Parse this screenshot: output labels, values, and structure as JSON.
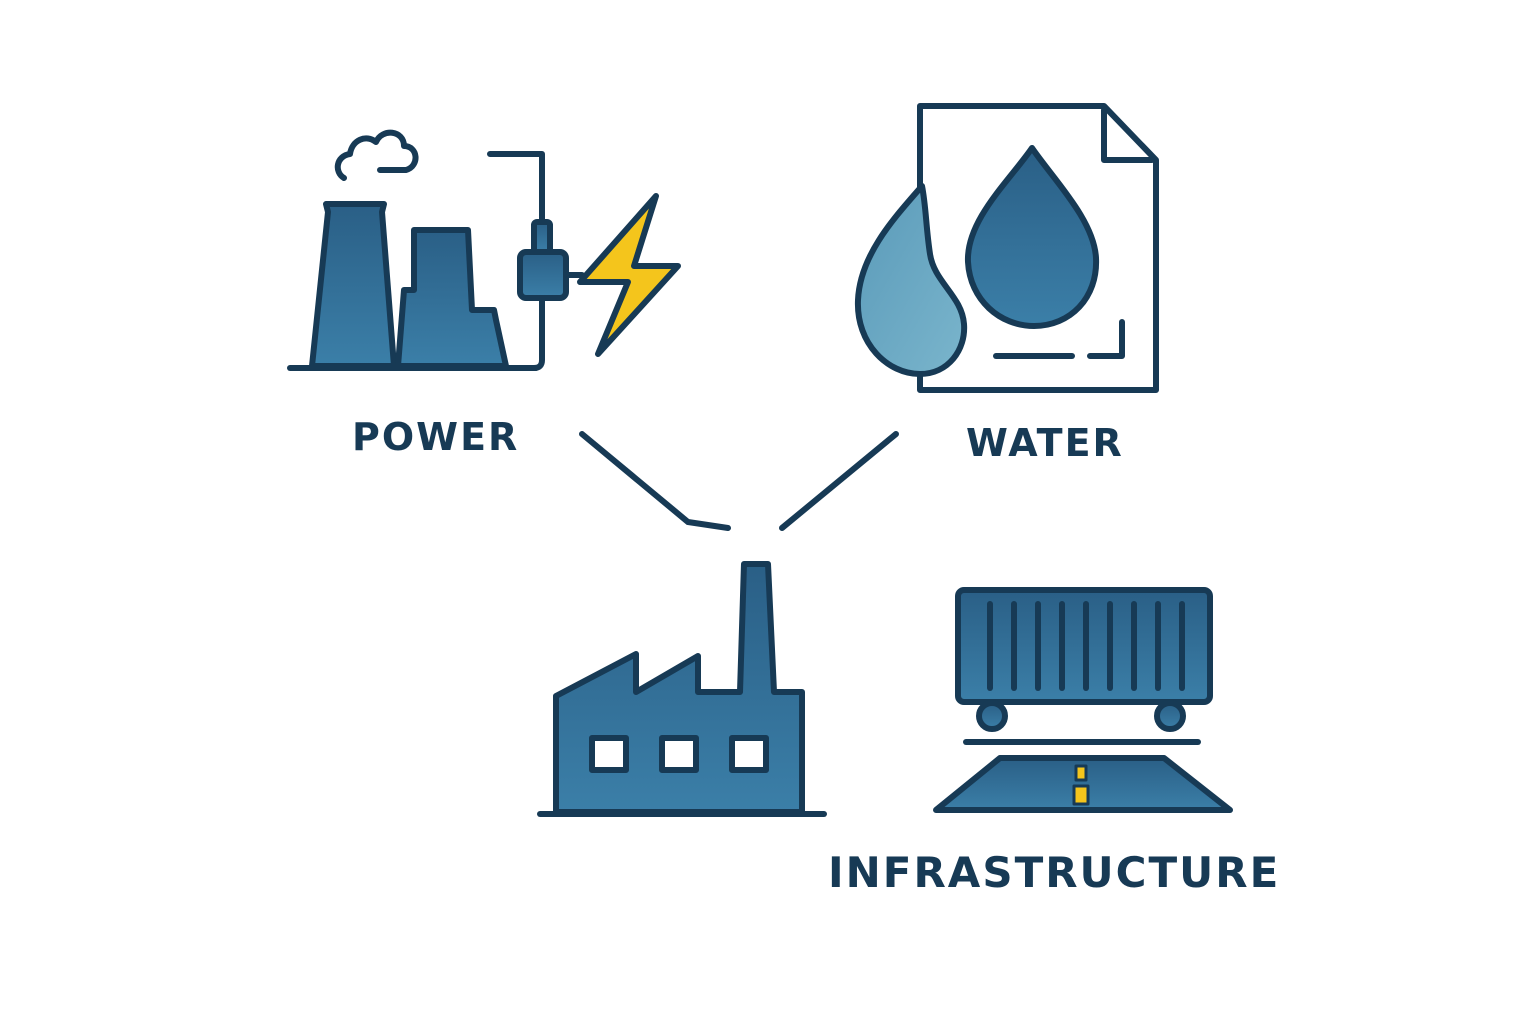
{
  "diagram": {
    "nodes": [
      {
        "id": "power",
        "label": "POWER",
        "icon": "power-plant-icon"
      },
      {
        "id": "water",
        "label": "WATER",
        "icon": "water-document-icon"
      },
      {
        "id": "industry",
        "label": "",
        "icon": "factory-icon"
      },
      {
        "id": "infrastructure",
        "label": "INFRASTRUCTURE",
        "icon": "shipping-container-road-icon"
      }
    ],
    "edges": [
      {
        "from": "power",
        "to": "industry"
      },
      {
        "from": "water",
        "to": "industry"
      }
    ]
  },
  "colors": {
    "outline": "#173a55",
    "fill_blue": "#2f6d96",
    "fill_light_blue": "#6aa9c4",
    "accent_yellow": "#f4c51c",
    "background": "#ffffff"
  }
}
